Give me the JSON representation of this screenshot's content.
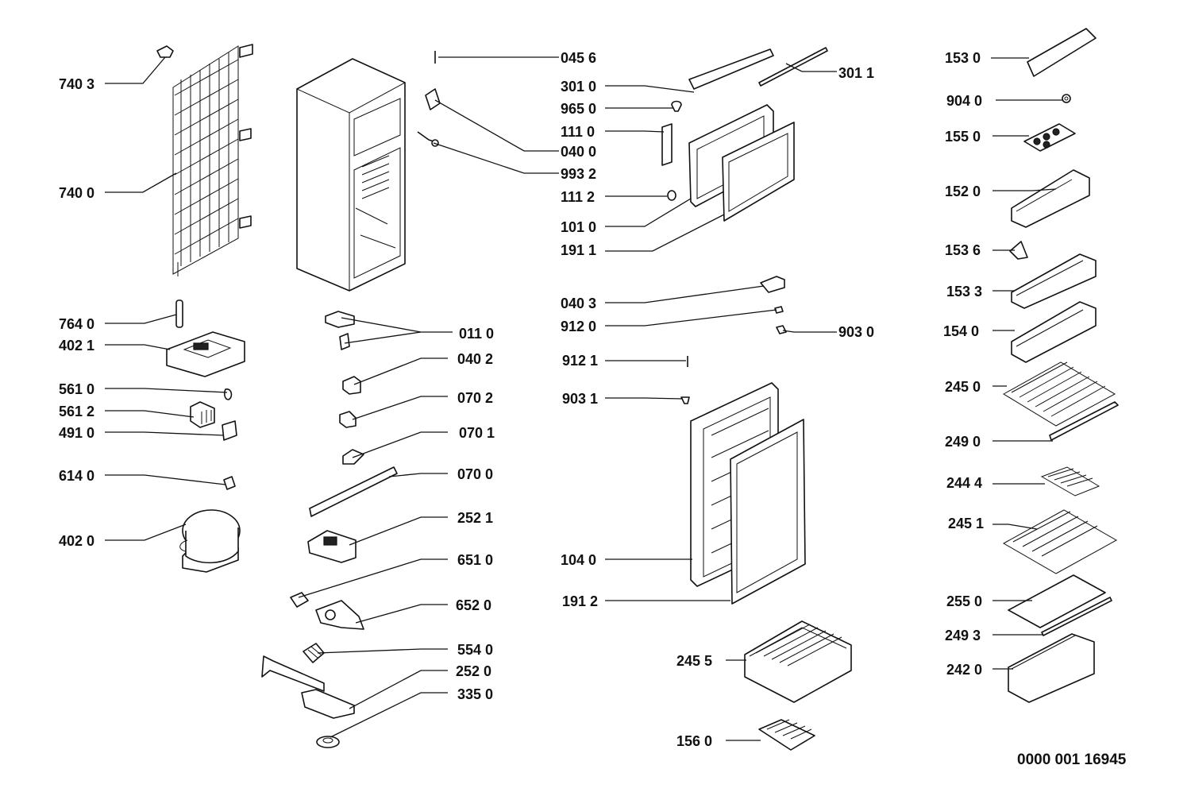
{
  "drawing_number": "0000 001 16945",
  "labels": {
    "l7403": "740 3",
    "l7400": "740 0",
    "l7640": "764 0",
    "l4021": "402 1",
    "l5610": "561 0",
    "l5612": "561 2",
    "l4910": "491 0",
    "l6140": "614 0",
    "l4020": "402 0",
    "l0456": "045 6",
    "l3010": "301 0",
    "l9650": "965 0",
    "l1110": "111 0",
    "l0400": "040 0",
    "l9932": "993 2",
    "l1112": "111 2",
    "l1010": "101 0",
    "l1911": "191 1",
    "l3011": "301 1",
    "l0110": "011 0",
    "l0402": "040 2",
    "l0702": "070 2",
    "l0701": "070 1",
    "l0700": "070 0",
    "l2521": "252 1",
    "l6510": "651 0",
    "l6520": "652 0",
    "l5540": "554 0",
    "l2520": "252 0",
    "l3350": "335 0",
    "l0403": "040 3",
    "l9120": "912 0",
    "l9030": "903 0",
    "l9121": "912 1",
    "l9031": "903 1",
    "l1040": "104 0",
    "l1912": "191 2",
    "l2455": "245 5",
    "l1560": "156 0",
    "l1530": "153 0",
    "l9040": "904 0",
    "l1550": "155 0",
    "l1520": "152 0",
    "l1536": "153 6",
    "l1533": "153 3",
    "l1540": "154 0",
    "l2450": "245 0",
    "l2490": "249 0",
    "l2444": "244 4",
    "l2451": "245 1",
    "l2550": "255 0",
    "l2493": "249 3",
    "l2420": "242 0"
  }
}
